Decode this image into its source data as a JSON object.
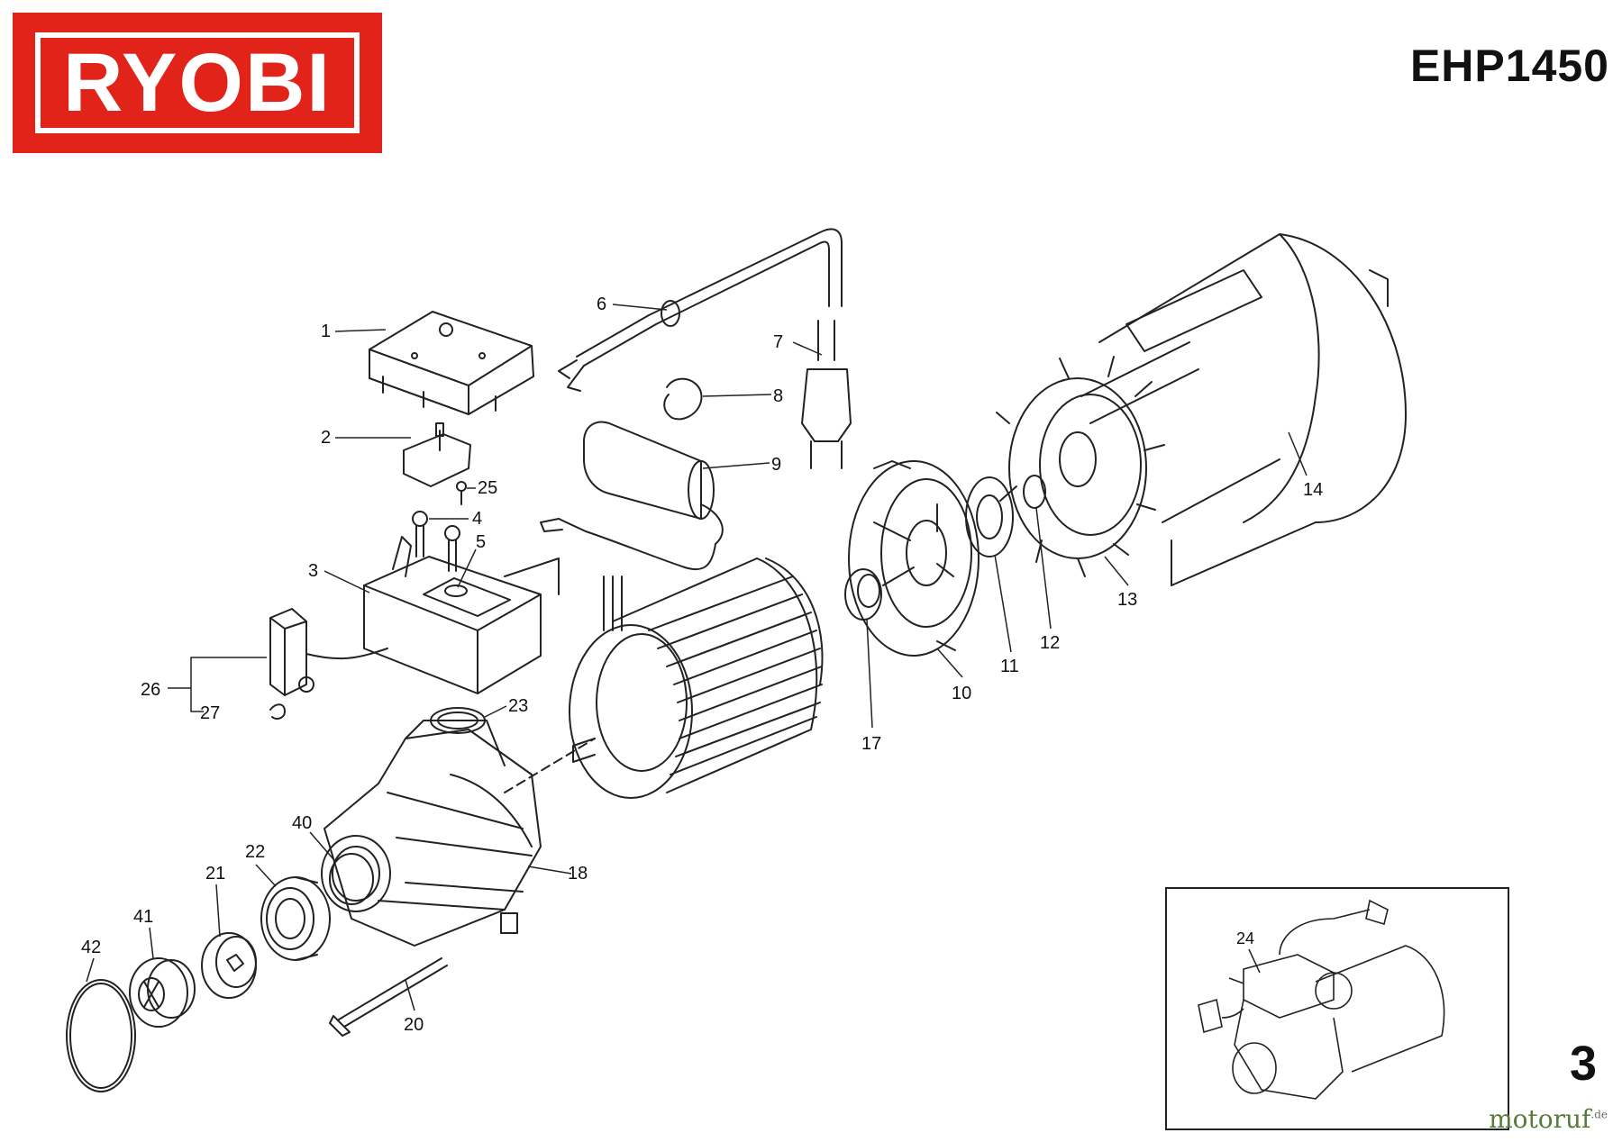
{
  "header": {
    "brand": "RYOBI",
    "model": "EHP1450"
  },
  "footer": {
    "page_number": "3",
    "watermark": "motoruf",
    "watermark_tld": ".de"
  },
  "part_labels": [
    {
      "id": "label-1",
      "text": "1"
    },
    {
      "id": "label-2",
      "text": "2"
    },
    {
      "id": "label-3",
      "text": "3"
    },
    {
      "id": "label-4",
      "text": "4"
    },
    {
      "id": "label-5",
      "text": "5"
    },
    {
      "id": "label-6",
      "text": "6"
    },
    {
      "id": "label-7",
      "text": "7"
    },
    {
      "id": "label-8",
      "text": "8"
    },
    {
      "id": "label-9",
      "text": "9"
    },
    {
      "id": "label-10",
      "text": "10"
    },
    {
      "id": "label-11",
      "text": "11"
    },
    {
      "id": "label-12",
      "text": "12"
    },
    {
      "id": "label-13",
      "text": "13"
    },
    {
      "id": "label-14",
      "text": "14"
    },
    {
      "id": "label-17",
      "text": "17"
    },
    {
      "id": "label-18",
      "text": "18"
    },
    {
      "id": "label-20",
      "text": "20"
    },
    {
      "id": "label-21",
      "text": "21"
    },
    {
      "id": "label-22",
      "text": "22"
    },
    {
      "id": "label-23",
      "text": "23"
    },
    {
      "id": "label-25",
      "text": "25"
    },
    {
      "id": "label-26",
      "text": "26"
    },
    {
      "id": "label-27",
      "text": "27"
    },
    {
      "id": "label-40",
      "text": "40"
    },
    {
      "id": "label-41",
      "text": "41"
    },
    {
      "id": "label-42",
      "text": "42"
    }
  ],
  "inset": {
    "label": "24"
  },
  "colors": {
    "brand_red": "#e2231a",
    "line": "#222222",
    "watermark": "#5a7a3a"
  },
  "icons": [
    "ryobi-logo",
    "exploded-parts-diagram"
  ]
}
